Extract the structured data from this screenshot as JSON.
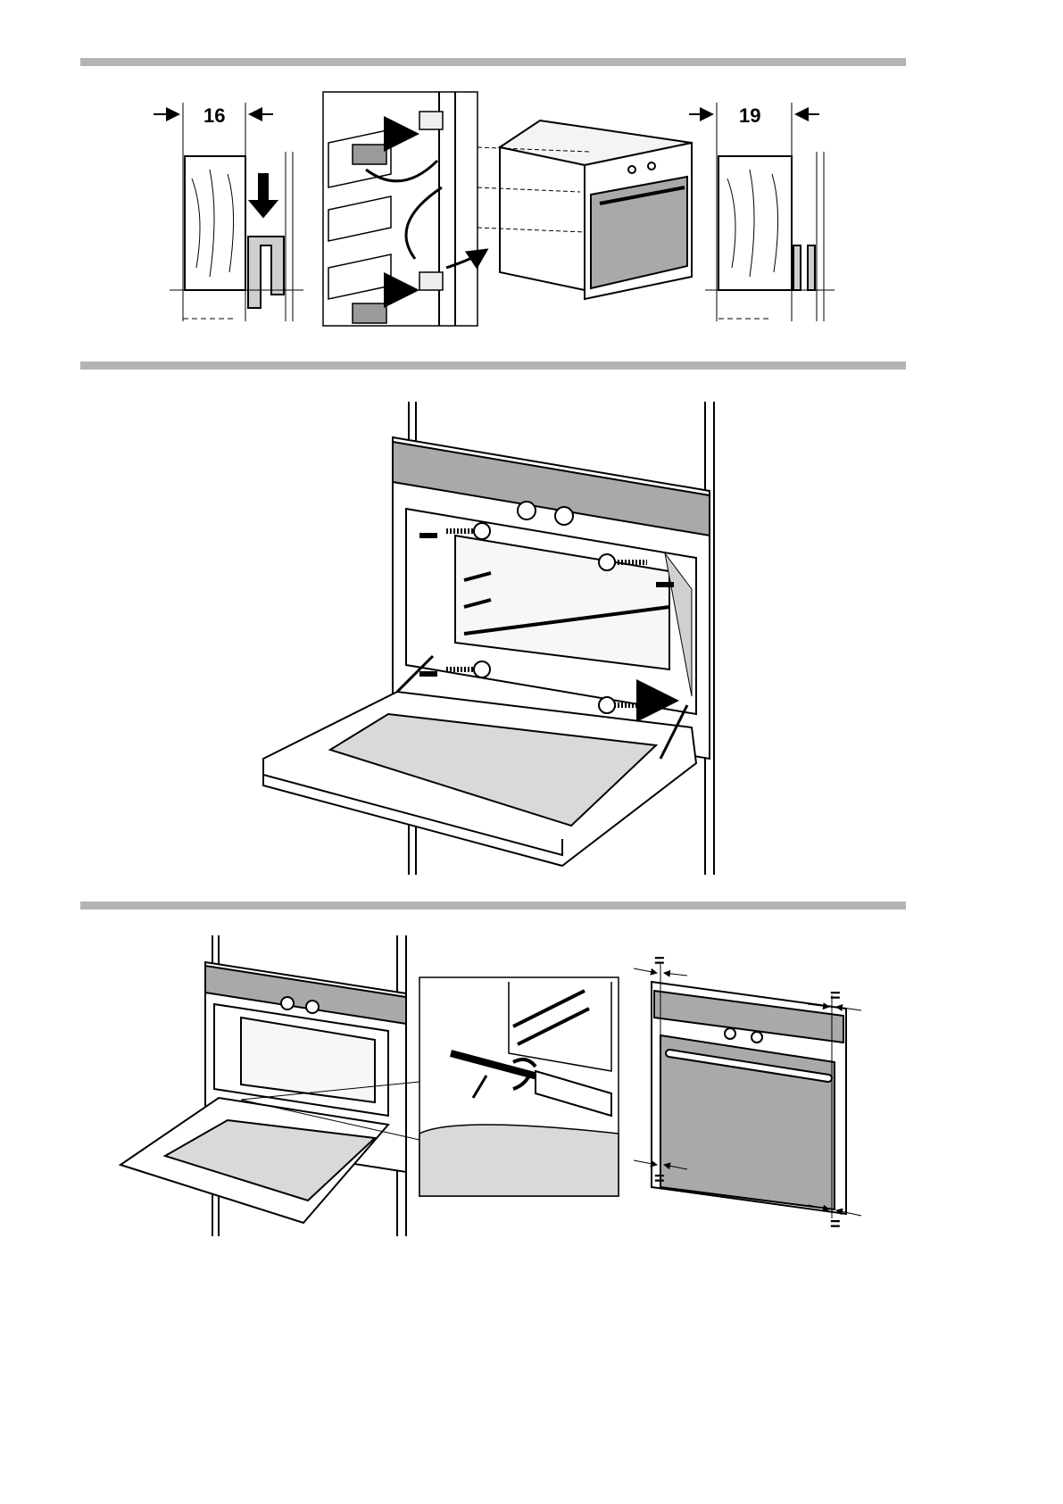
{
  "sections": [
    {
      "name": "mounting-clips",
      "dimension_left": "16",
      "dimension_right": "19"
    },
    {
      "name": "screw-fixing"
    },
    {
      "name": "door-alignment",
      "gap_marks": [
        "=",
        "=",
        "=",
        "="
      ]
    }
  ],
  "colors": {
    "divider": "#b4b4b4",
    "panel_gray": "#a9a9a9",
    "glass_gray": "#d9d9d9"
  }
}
